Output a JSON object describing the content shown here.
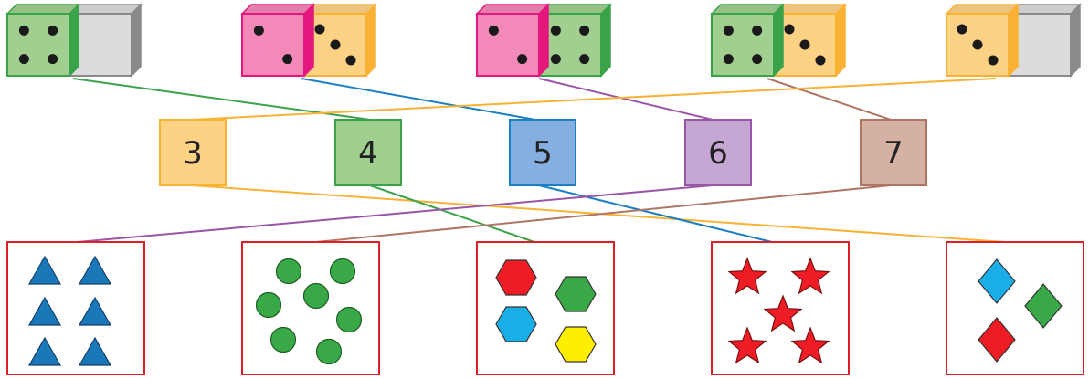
{
  "dice_pairs": [
    {
      "left": {
        "face": 4,
        "color": "green"
      },
      "right": {
        "face": 0,
        "color": "grey"
      }
    },
    {
      "left": {
        "face": 2,
        "color": "pink"
      },
      "right": {
        "face": 3,
        "color": "orange"
      }
    },
    {
      "left": {
        "face": 2,
        "color": "pink"
      },
      "right": {
        "face": 4,
        "color": "green"
      }
    },
    {
      "left": {
        "face": 4,
        "color": "green"
      },
      "right": {
        "face": 3,
        "color": "orange"
      }
    },
    {
      "left": {
        "face": 3,
        "color": "orange"
      },
      "right": {
        "face": 0,
        "color": "grey"
      }
    }
  ],
  "numbers": [
    {
      "label": "3",
      "color": "orange"
    },
    {
      "label": "4",
      "color": "green"
    },
    {
      "label": "5",
      "color": "blue"
    },
    {
      "label": "6",
      "color": "purple"
    },
    {
      "label": "7",
      "color": "brown"
    }
  ],
  "shape_groups": [
    {
      "shape": "triangle",
      "count": 6,
      "fill": "#1a78b8"
    },
    {
      "shape": "circle",
      "count": 7,
      "fill": "#39a846"
    },
    {
      "shape": "hexagon",
      "count": 4,
      "fills": [
        "#ee1c24",
        "#39a846",
        "#1aaee8",
        "#ffee00"
      ]
    },
    {
      "shape": "star",
      "count": 5,
      "fill": "#ee1c24"
    },
    {
      "shape": "diamond",
      "count": 3,
      "fills": [
        "#1aaee8",
        "#39a846",
        "#ee1c24"
      ]
    }
  ],
  "connections": {
    "dice_to_number": [
      1,
      2,
      3,
      4,
      0
    ],
    "number_to_group": [
      4,
      2,
      3,
      0,
      1
    ]
  },
  "colors": {
    "orange": {
      "fill": "#fed285",
      "stroke": "#f9b233"
    },
    "green": {
      "fill": "#a0cf8f",
      "stroke": "#3aa34a"
    },
    "blue": {
      "fill": "#84afe0",
      "stroke": "#1a7fc4"
    },
    "purple": {
      "fill": "#c6a6d3",
      "stroke": "#9a55a8"
    },
    "brown": {
      "fill": "#d5b1a3",
      "stroke": "#b07665"
    },
    "pink": {
      "fill": "#f389b8",
      "stroke": "#e3177d"
    },
    "grey": {
      "fill": "#dcdcdc",
      "stroke": "#8a8a8a"
    },
    "box_border": "#e01e26"
  }
}
